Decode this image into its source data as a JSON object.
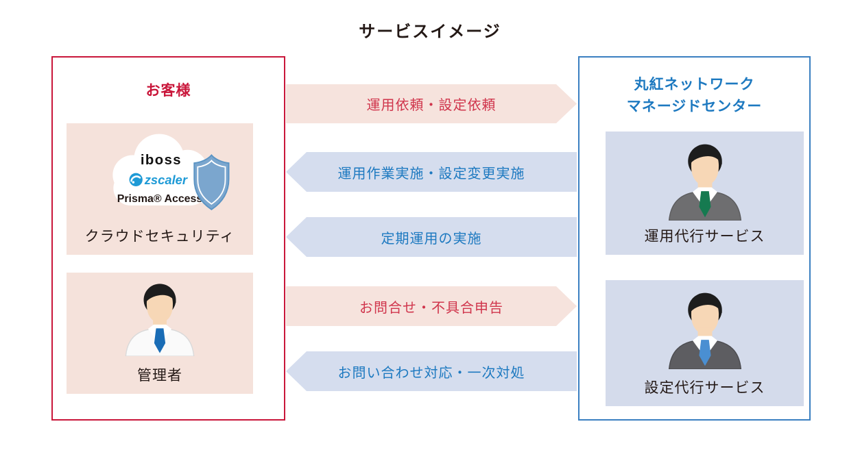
{
  "title": "サービスイメージ",
  "colors": {
    "red": "#c9163a",
    "blue": "#3a7fc1",
    "red_text": "#d0354c",
    "blue_text": "#1d79c0",
    "pink_fill": "#f5e2db",
    "blue_panel": "#d4dbeb",
    "arrow_pink": "#f6e3dd",
    "arrow_blue": "#d5ddee",
    "zscaler_blue": "#1e9ad6",
    "shield_blue": "#7ba6ce",
    "shield_stroke": "#5b94c4"
  },
  "customer": {
    "title": "お客様",
    "cloud_box": {
      "icon": "cloud-icon",
      "shield_icon": "shield-icon",
      "logo_iboss": "iboss",
      "logo_zscaler": "zscaler",
      "logo_prisma": "Prisma® Access",
      "label": "クラウドセキュリティ"
    },
    "admin_box": {
      "icon": "person-icon",
      "label": "管理者",
      "person": {
        "suit": "#fafafa",
        "suit_stroke": "#d9d9d9",
        "shirt": "#ffffff",
        "tie": "#1a6db6",
        "skin": "#f7d7b6",
        "hair": "#1d1d1d"
      }
    }
  },
  "center": {
    "title_line1": "丸紅ネットワーク",
    "title_line2": "マネージドセンター",
    "services": [
      {
        "icon": "person-icon",
        "label": "運用代行サービス",
        "person": {
          "suit": "#6e6e70",
          "suit_stroke": "#5c5c5e",
          "shirt": "#ffffff",
          "tie": "#167a50",
          "skin": "#f7d7b6",
          "hair": "#1d1d1d"
        }
      },
      {
        "icon": "person-icon",
        "label": "設定代行サービス",
        "person": {
          "suit": "#5d5d61",
          "suit_stroke": "#4c4c50",
          "shirt": "#ffffff",
          "tie": "#4a8fd2",
          "skin": "#f7d7b6",
          "hair": "#1d1d1d"
        }
      }
    ]
  },
  "arrows": [
    {
      "label": "運用依頼・設定依頼",
      "direction": "right",
      "theme": "pink"
    },
    {
      "label": "運用作業実施・設定変更実施",
      "direction": "left",
      "theme": "blue"
    },
    {
      "label": "定期運用の実施",
      "direction": "left",
      "theme": "blue"
    },
    {
      "label": "お問合せ・不具合申告",
      "direction": "right",
      "theme": "pink"
    },
    {
      "label": "お問い合わせ対応・一次対処",
      "direction": "left",
      "theme": "blue"
    }
  ]
}
